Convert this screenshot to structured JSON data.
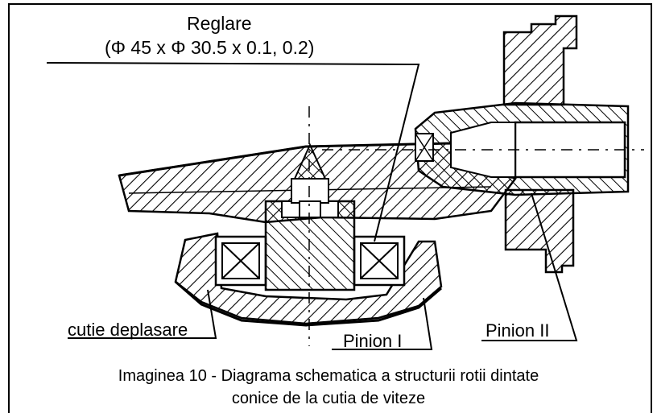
{
  "labels": {
    "reglare": "Reglare",
    "reglare_dims": "(Φ 45 x Φ 30.5 x 0.1, 0.2)",
    "cutie": "cutie deplasare",
    "pinion1": "Pinion I",
    "pinion2": "Pinion II"
  },
  "caption": {
    "line1": "Imaginea 10 - Diagrama schematica a structurii rotii dintate",
    "line2": "conice de la cutia de viteze"
  }
}
